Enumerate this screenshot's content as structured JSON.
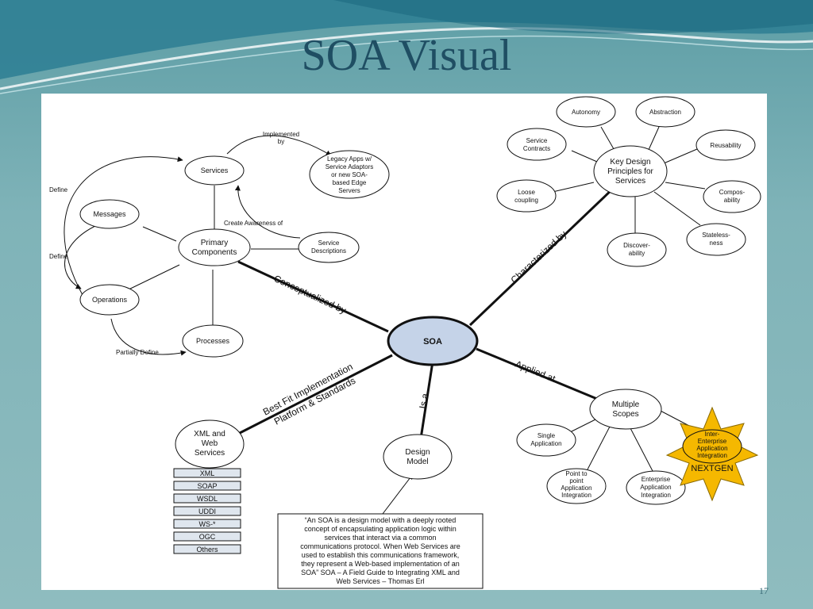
{
  "slide": {
    "title": "SOA Visual",
    "number": "17"
  },
  "nodes": {
    "soa": "SOA",
    "primary_components": [
      "Primary",
      "Components"
    ],
    "services": "Services",
    "legacy_apps": [
      "Legacy Apps w/",
      "Service Adaptors",
      "or new SOA-",
      "based Edge",
      "Servers"
    ],
    "messages": "Messages",
    "operations": "Operations",
    "processes": "Processes",
    "service_descriptions": [
      "Service",
      "Descriptions"
    ],
    "key_design_principles": [
      "Key Design",
      "Principles for",
      "Services"
    ],
    "autonomy": "Autonomy",
    "abstraction": "Abstraction",
    "service_contracts": [
      "Service",
      "Contracts"
    ],
    "reusability": "Reusability",
    "loose_coupling": [
      "Loose",
      "coupling"
    ],
    "composability": [
      "Compos-",
      "ability"
    ],
    "statelessness": [
      "Stateless-",
      "ness"
    ],
    "discoverability": [
      "Discover-",
      "ability"
    ],
    "multiple_scopes": [
      "Multiple",
      "Scopes"
    ],
    "single_application": [
      "Single",
      "Application"
    ],
    "point_to_point": [
      "Point to",
      "point",
      "Application",
      "Integration"
    ],
    "enterprise_integration": [
      "Enterprise",
      "Application",
      "Integration"
    ],
    "inter_enterprise": [
      "Inter-",
      "Enterprise",
      "Application",
      "Integration"
    ],
    "nextgen": "NEXTGEN",
    "xml_web_services": [
      "XML and",
      "Web",
      "Services"
    ],
    "design_model": [
      "Design",
      "Model"
    ]
  },
  "edge_labels": {
    "implemented_by": [
      "Implemented",
      "by"
    ],
    "define_top": "Define",
    "define_mid": "Define",
    "create_awareness": "Create Awareness of",
    "partially_define": "Partially Define",
    "conceptualized_by": "Conceptualized by",
    "characterized_by": "Characterized by",
    "applied_at": "Applied at",
    "is_a": "Is a",
    "best_fit": [
      "Best Fit Implementation",
      "Platform & Standards"
    ]
  },
  "standards": [
    "XML",
    "SOAP",
    "WSDL",
    "UDDI",
    "WS-*",
    "OGC",
    "Others"
  ],
  "quote": [
    "“An SOA is a design model with a deeply rooted",
    "concept of encapsulating application logic within",
    "services that interact via a common",
    "communications protocol.  When Web Services are",
    "used to establish this communications framework,",
    "they represent a Web-based implementation of an",
    "SOA”   SOA – A Field Guide to Integrating XML and",
    "Web Services – Thomas Erl"
  ],
  "colors": {
    "soa_fill": "#c5d3e8",
    "star_fill": "#f5b800",
    "title": "#1f4e63"
  }
}
